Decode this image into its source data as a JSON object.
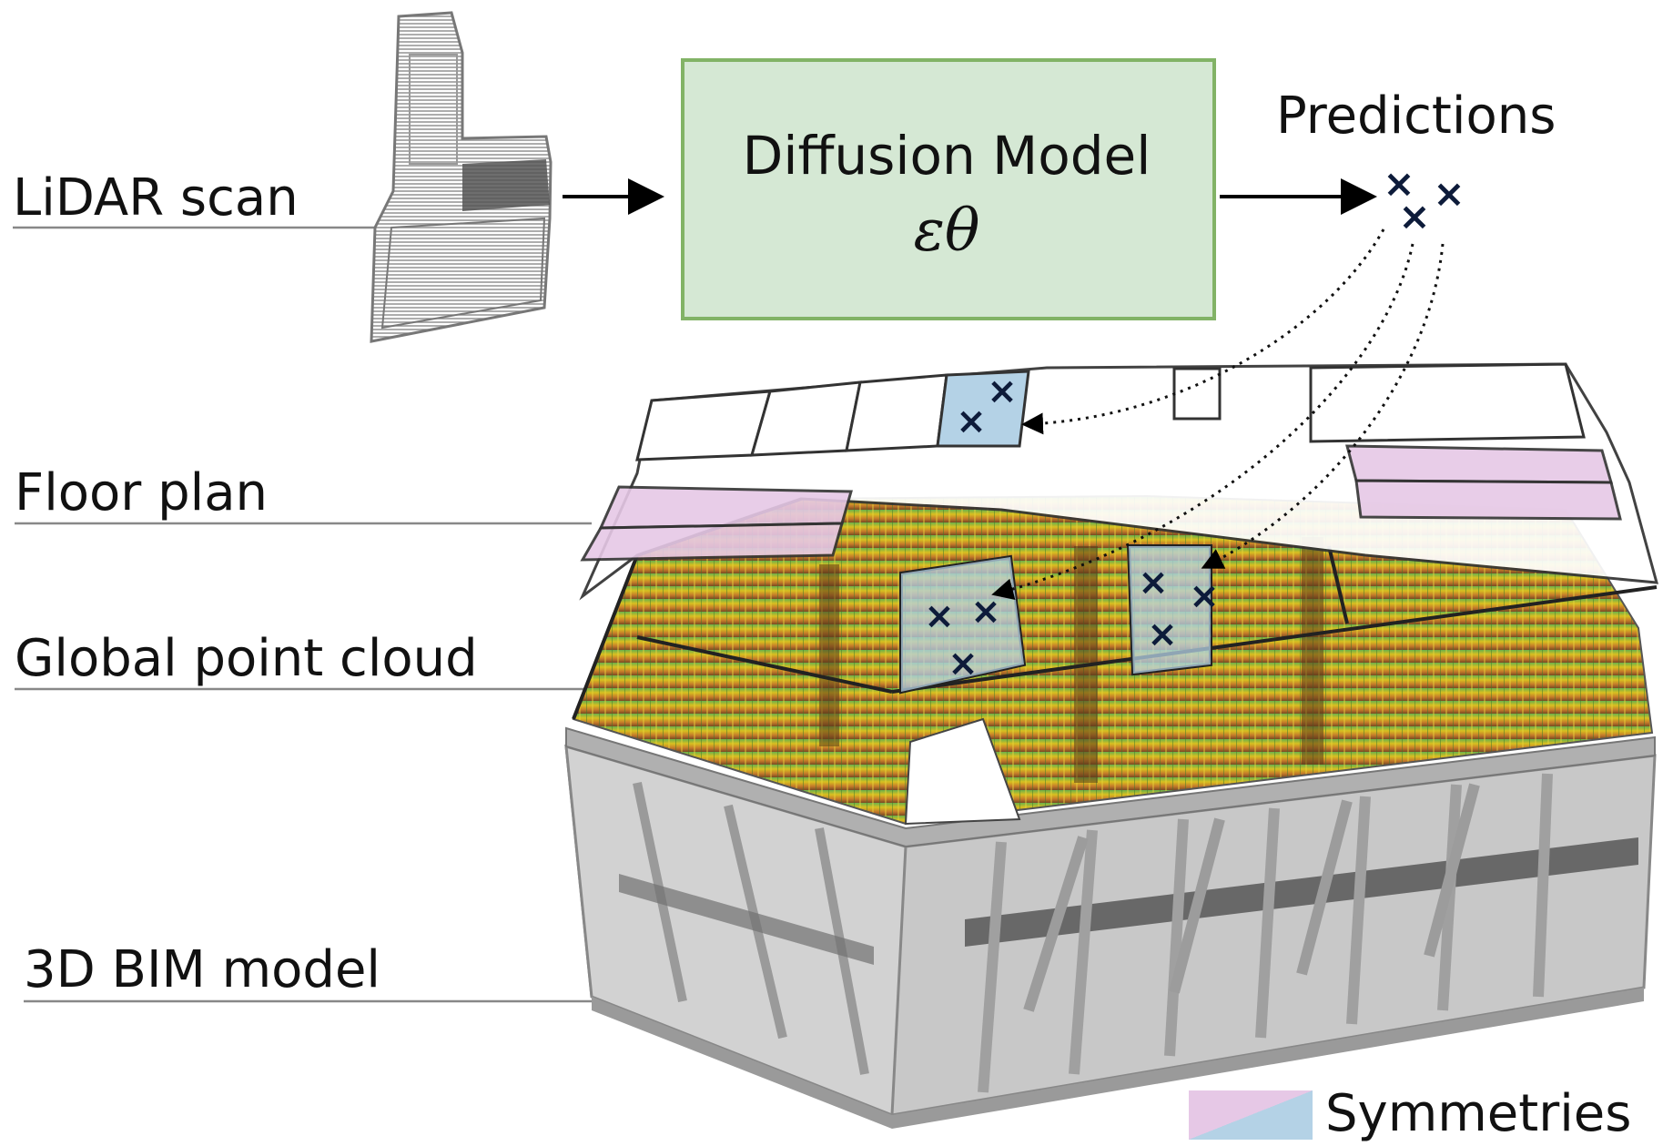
{
  "labels": {
    "lidar_scan": "LiDAR scan",
    "floor_plan": "Floor plan",
    "global_point_cloud": "Global point cloud",
    "bim_model": "3D BIM model",
    "predictions": "Predictions"
  },
  "model_box": {
    "title": "Diffusion Model",
    "symbol": "εθ"
  },
  "legend": {
    "label": "Symmetries"
  },
  "colors": {
    "model_box_fill": "#d5e8d4",
    "model_box_border": "#82b366",
    "symmetry_pink": "#e6c8e6",
    "symmetry_blue": "#b4d2e6",
    "marker": "#0d1b3a",
    "building_gray": "#c8c8c8"
  },
  "markers": {
    "glyph": "×"
  }
}
